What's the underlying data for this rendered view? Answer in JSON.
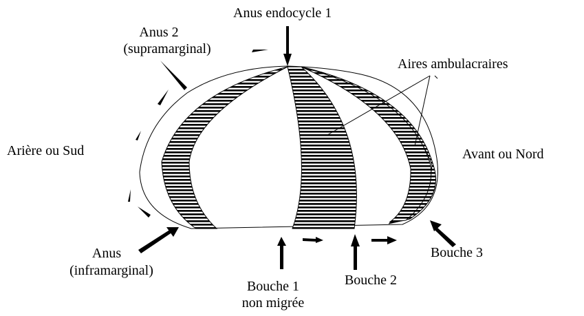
{
  "labels": {
    "anus_endocycle": "Anus endocycle 1",
    "anus2_line1": "Anus 2",
    "anus2_line2": "(supramarginal)",
    "aires": "Aires ambulacraires",
    "ariere": "Arière ou Sud",
    "avant": "Avant ou Nord",
    "anus_line1": "Anus",
    "anus_line2": "(inframarginal)",
    "bouche1_line1": "Bouche 1",
    "bouche1_line2": "non migrée",
    "bouche2": "Bouche 2",
    "bouche3": "Bouche 3"
  },
  "colors": {
    "ink": "#000000",
    "background": "#ffffff"
  }
}
